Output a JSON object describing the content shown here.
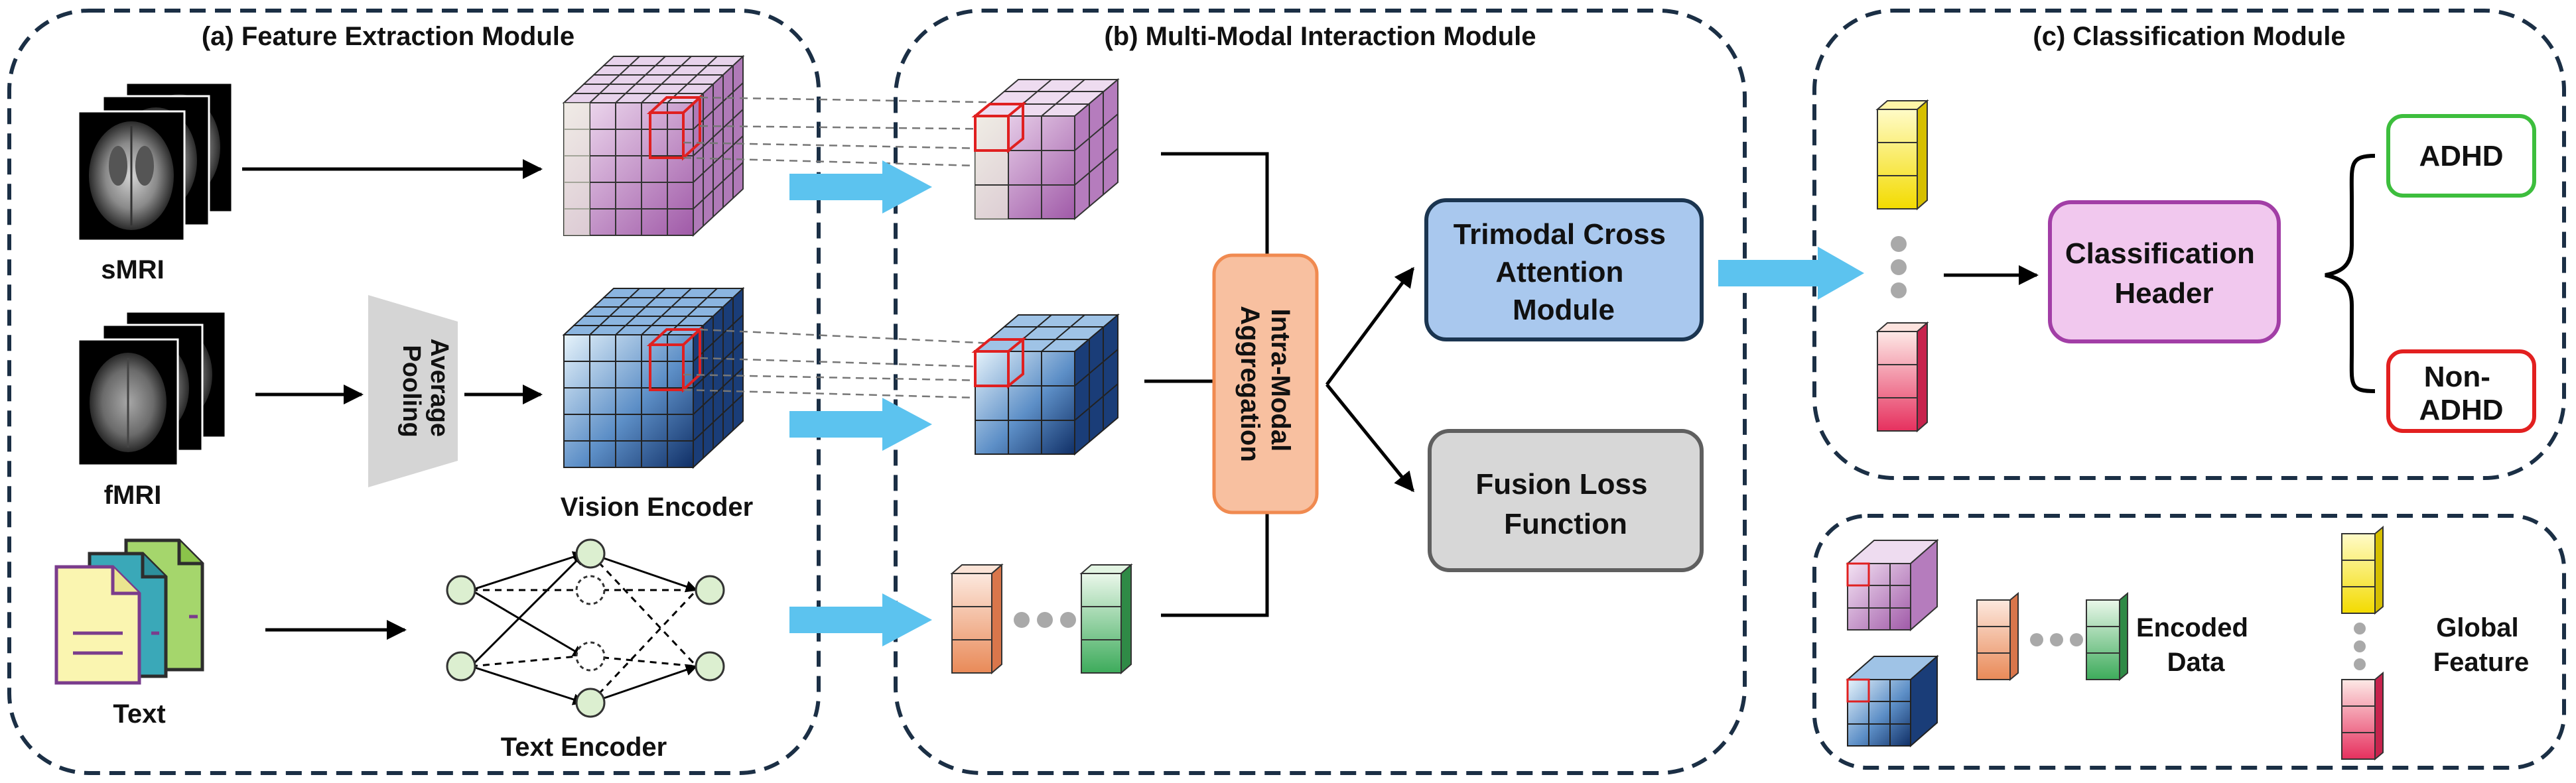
{
  "modules": {
    "feature_extraction": {
      "title": "(a) Feature Extraction Module"
    },
    "interaction": {
      "title": "(b) Multi-Modal Interaction Module"
    },
    "classification": {
      "title": "(c) Classification Module"
    }
  },
  "inputs": {
    "smri": "sMRI",
    "fmri": "fMRI",
    "text": "Text"
  },
  "blocks": {
    "average_pooling": [
      "Average",
      "Pooling"
    ],
    "vision_encoder": "Vision Encoder",
    "text_encoder": "Text Encoder",
    "intra_modal_aggregation": [
      "Intra-Modal",
      "Aggregation"
    ],
    "trimodal_cross_attention": [
      "Trimodal Cross",
      "Attention",
      "Module"
    ],
    "fusion_loss": [
      "Fusion Loss",
      "Function"
    ],
    "classification_header": [
      "Classification",
      "Header"
    ]
  },
  "outputs": {
    "adhd": "ADHD",
    "non_adhd": [
      "Non-",
      "ADHD"
    ]
  },
  "legend": {
    "encoded_data": [
      "Encoded",
      "Data"
    ],
    "global_feature": [
      "Global",
      "Feature"
    ]
  },
  "colors": {
    "module_border": "#1b2f45",
    "arrow_blue": "#5cc3ef",
    "aggregation_fill": "#f8c0a0",
    "aggregation_border": "#f08a50",
    "trimodal_fill": "#a9c8ee",
    "trimodal_border": "#1b3550",
    "fusion_fill": "#d7d7d7",
    "fusion_border": "#5f5f5f",
    "header_fill": "#f1c8ee",
    "header_border": "#a23ea6",
    "adhd_border": "#3dbe3d",
    "non_adhd_border": "#e22020"
  }
}
